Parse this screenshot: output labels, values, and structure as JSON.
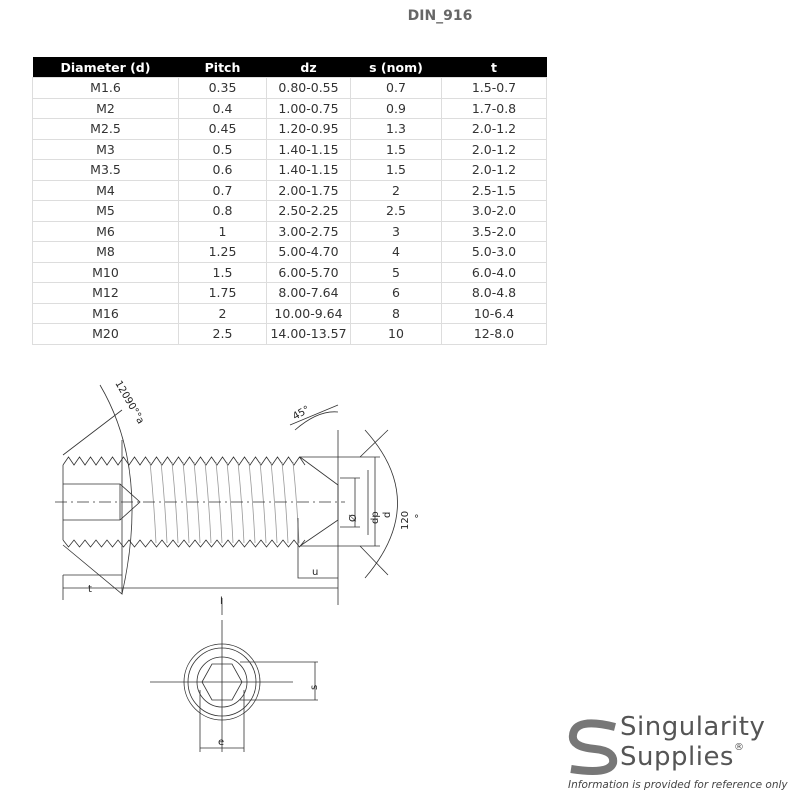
{
  "title": "DIN_916",
  "table": {
    "headers": [
      "Diameter (d)",
      "Pitch",
      "dz",
      "s (nom)",
      "t"
    ],
    "rows": [
      [
        "M1.6",
        "0.35",
        "0.80-0.55",
        "0.7",
        "1.5-0.7"
      ],
      [
        "M2",
        "0.4",
        "1.00-0.75",
        "0.9",
        "1.7-0.8"
      ],
      [
        "M2.5",
        "0.45",
        "1.20-0.95",
        "1.3",
        "2.0-1.2"
      ],
      [
        "M3",
        "0.5",
        "1.40-1.15",
        "1.5",
        "2.0-1.2"
      ],
      [
        "M3.5",
        "0.6",
        "1.40-1.15",
        "1.5",
        "2.0-1.2"
      ],
      [
        "M4",
        "0.7",
        "2.00-1.75",
        "2",
        "2.5-1.5"
      ],
      [
        "M5",
        "0.8",
        "2.50-2.25",
        "2.5",
        "3.0-2.0"
      ],
      [
        "M6",
        "1",
        "3.00-2.75",
        "3",
        "3.5-2.0"
      ],
      [
        "M8",
        "1.25",
        "5.00-4.70",
        "4",
        "5.0-3.0"
      ],
      [
        "M10",
        "1.5",
        "6.00-5.70",
        "5",
        "6.0-4.0"
      ],
      [
        "M12",
        "1.75",
        "8.00-7.64",
        "6",
        "8.0-4.8"
      ],
      [
        "M16",
        "2",
        "10.00-9.64",
        "8",
        "10-6.4"
      ],
      [
        "M20",
        "2.5",
        "14.00-13.57",
        "10",
        "12-8.0"
      ]
    ]
  },
  "drawing": {
    "labels": {
      "angle_a": "12090°°a",
      "angle_45": "45°",
      "angle_120": "120",
      "degree": "°",
      "dz": "Ø",
      "dp": "dp",
      "d": "d",
      "u": "u",
      "t": "t",
      "l": "l",
      "s": "s",
      "e": "e"
    }
  },
  "logo": {
    "line1": "Singularity",
    "line2": "Supplies",
    "reg": "®",
    "disclaimer": "Information is provided for reference only"
  }
}
